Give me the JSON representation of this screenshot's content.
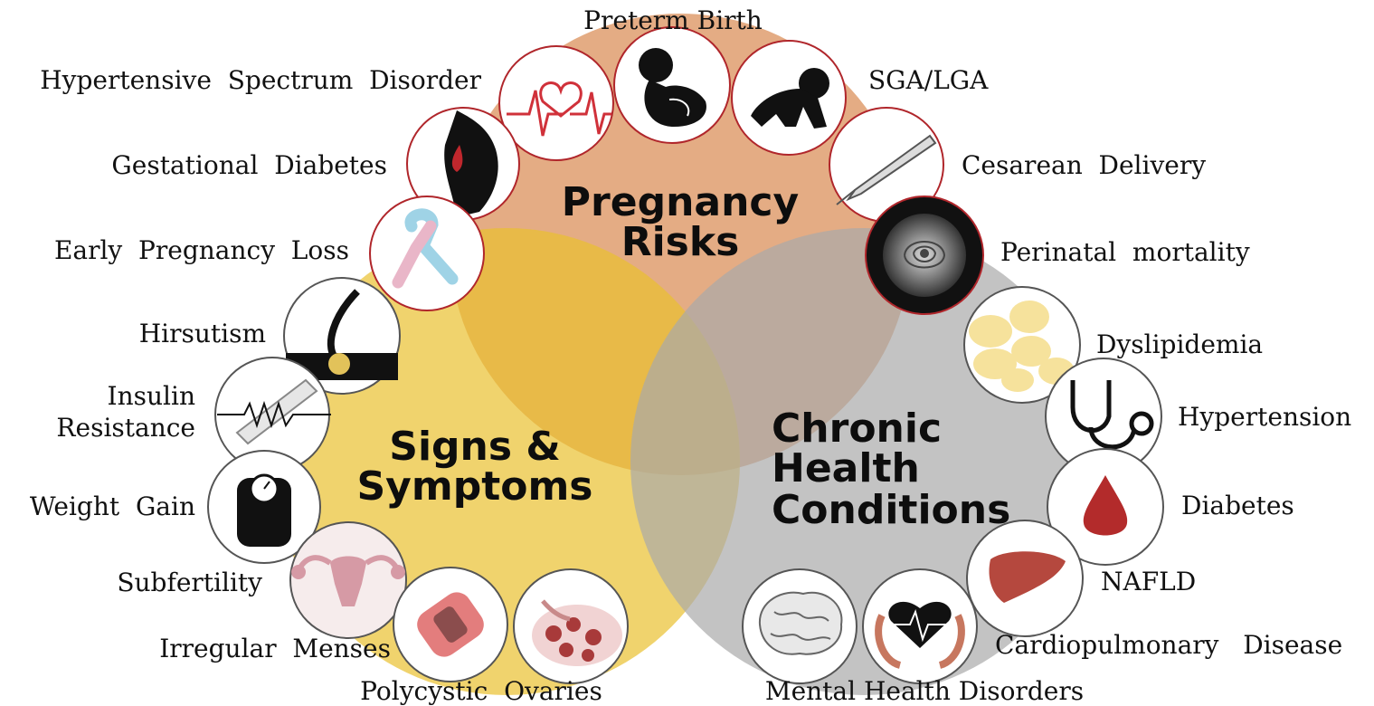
{
  "colors": {
    "pregnancy": "#d98c55",
    "signs": "#e9c12f",
    "chronic": "#a9a9a9",
    "icon_ring": "#b0262b"
  },
  "circles": {
    "pregnancy": {
      "title_line1": "Pregnancy",
      "title_line2": "Risks"
    },
    "signs": {
      "title_line1": "Signs &",
      "title_line2": "Symptoms"
    },
    "chronic": {
      "title_line1": "Chronic",
      "title_line2": "Health",
      "title_line3": "Conditions"
    }
  },
  "pregnancy_items": {
    "preterm": "Preterm Birth",
    "hypertensive": "Hypertensive  Spectrum  Disorder",
    "sga": "SGA/LGA",
    "gestational": "Gestational  Diabetes",
    "cesarean": "Cesarean  Delivery",
    "early_loss": "Early  Pregnancy  Loss",
    "perinatal": "Perinatal  mortality"
  },
  "signs_items": {
    "hirsutism": "Hirsutism",
    "insulin_1": "Insulin",
    "insulin_2": "Resistance",
    "weight": "Weight  Gain",
    "subfertility": "Subfertility",
    "menses": "Irregular  Menses",
    "ovaries": "Polycystic  Ovaries"
  },
  "chronic_items": {
    "dyslipidemia": "Dyslipidemia",
    "hypertension": "Hypertension",
    "diabetes": "Diabetes",
    "nafld": "NAFLD",
    "cardio": "Cardiopulmonary   Disease",
    "mental": "Mental Health Disorders"
  },
  "icons": [
    "heartbeat-icon",
    "fetus-icon",
    "crawling-baby-icon",
    "pregnant-woman-icon",
    "scalpel-icon",
    "awareness-ribbon-icon",
    "rose-icon",
    "hair-follicle-icon",
    "syringe-icon",
    "scale-icon",
    "uterus-icon",
    "pad-icon",
    "ovary-icon",
    "lipid-cells-icon",
    "stethoscope-icon",
    "blood-drop-icon",
    "liver-icon",
    "heart-lungs-icon",
    "brain-icon"
  ]
}
